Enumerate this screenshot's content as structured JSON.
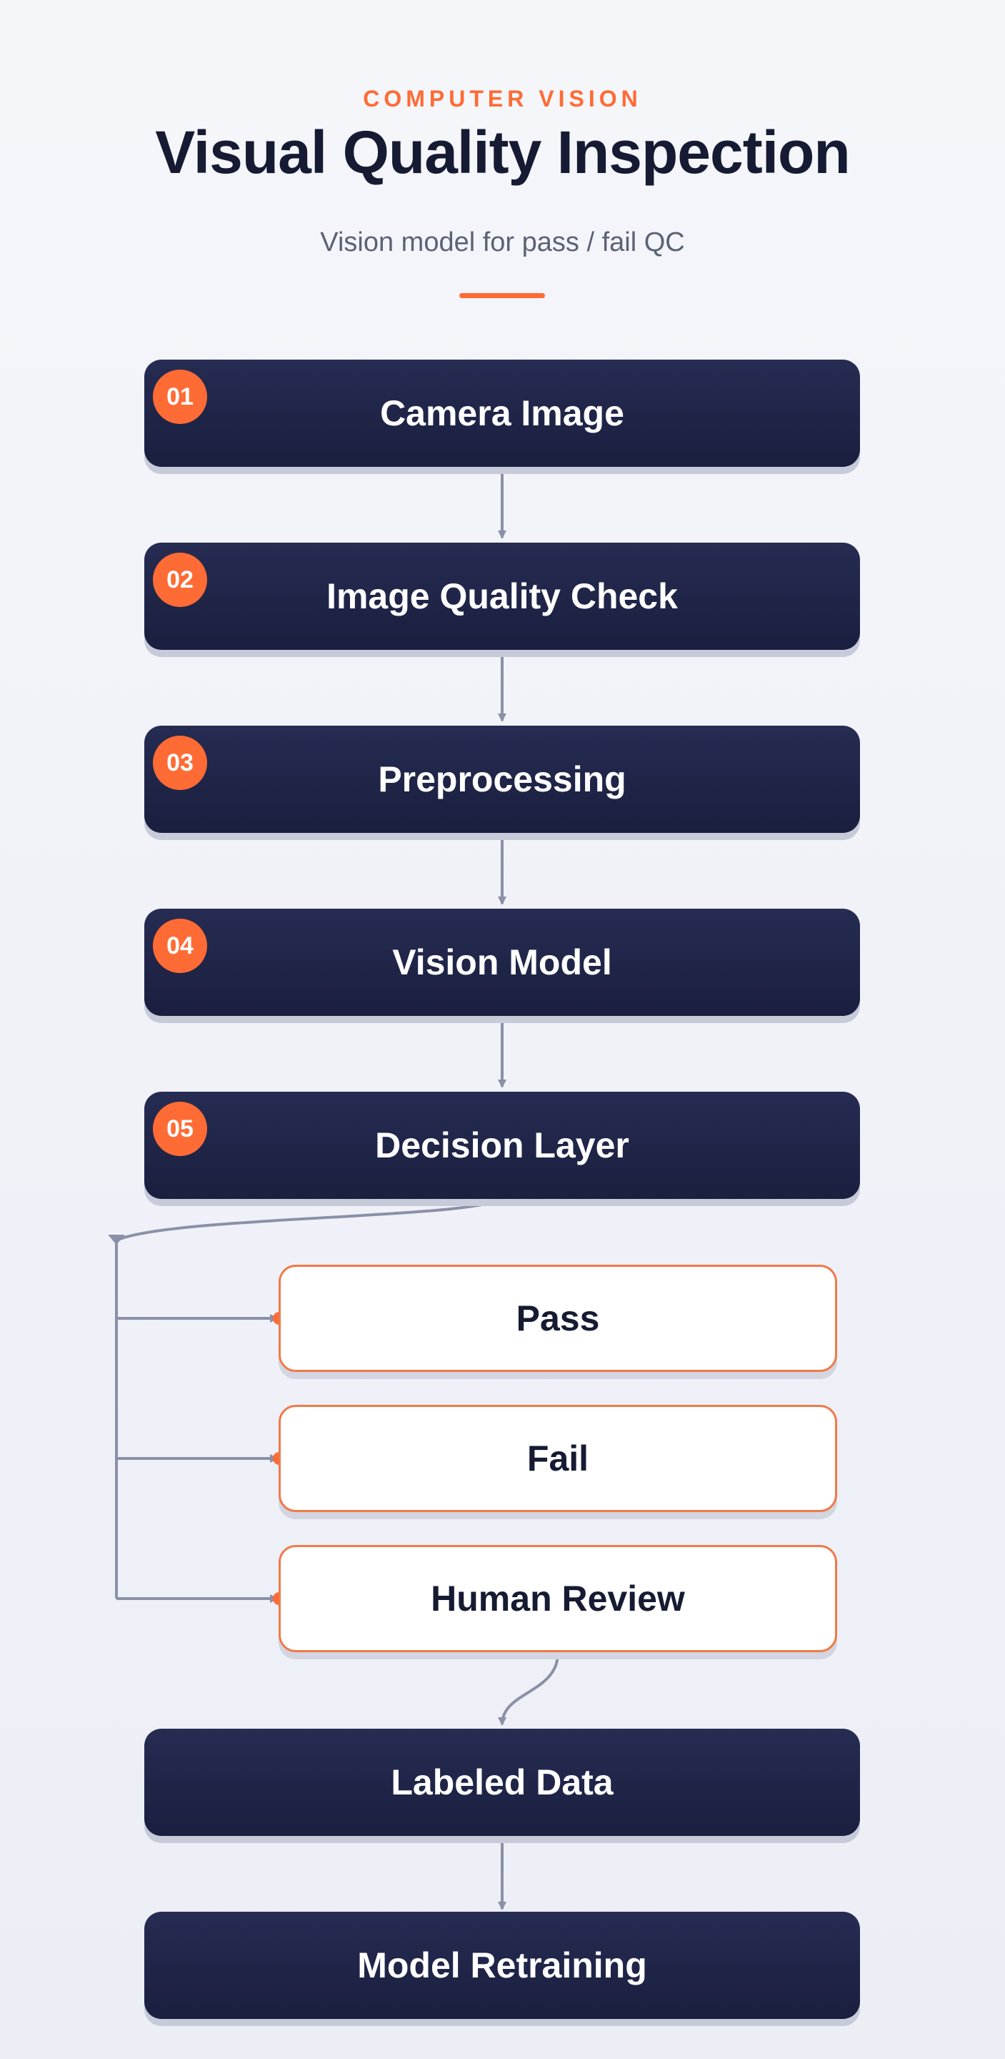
{
  "header": {
    "eyebrow": "COMPUTER VISION",
    "title": "Visual Quality Inspection",
    "subtitle": "Vision model for pass / fail QC"
  },
  "steps": [
    {
      "number": "01",
      "label": "Camera Image"
    },
    {
      "number": "02",
      "label": "Image Quality Check"
    },
    {
      "number": "03",
      "label": "Preprocessing"
    },
    {
      "number": "04",
      "label": "Vision Model"
    },
    {
      "number": "05",
      "label": "Decision Layer"
    }
  ],
  "outcomes": [
    {
      "label": "Pass"
    },
    {
      "label": "Fail"
    },
    {
      "label": "Human Review"
    }
  ],
  "feedback": [
    {
      "label": "Labeled Data"
    },
    {
      "label": "Model Retraining"
    }
  ],
  "colors": {
    "accent": "#ff6b35",
    "node_dark": "#1e2346",
    "connector": "#8a90a6",
    "title": "#161b33"
  }
}
